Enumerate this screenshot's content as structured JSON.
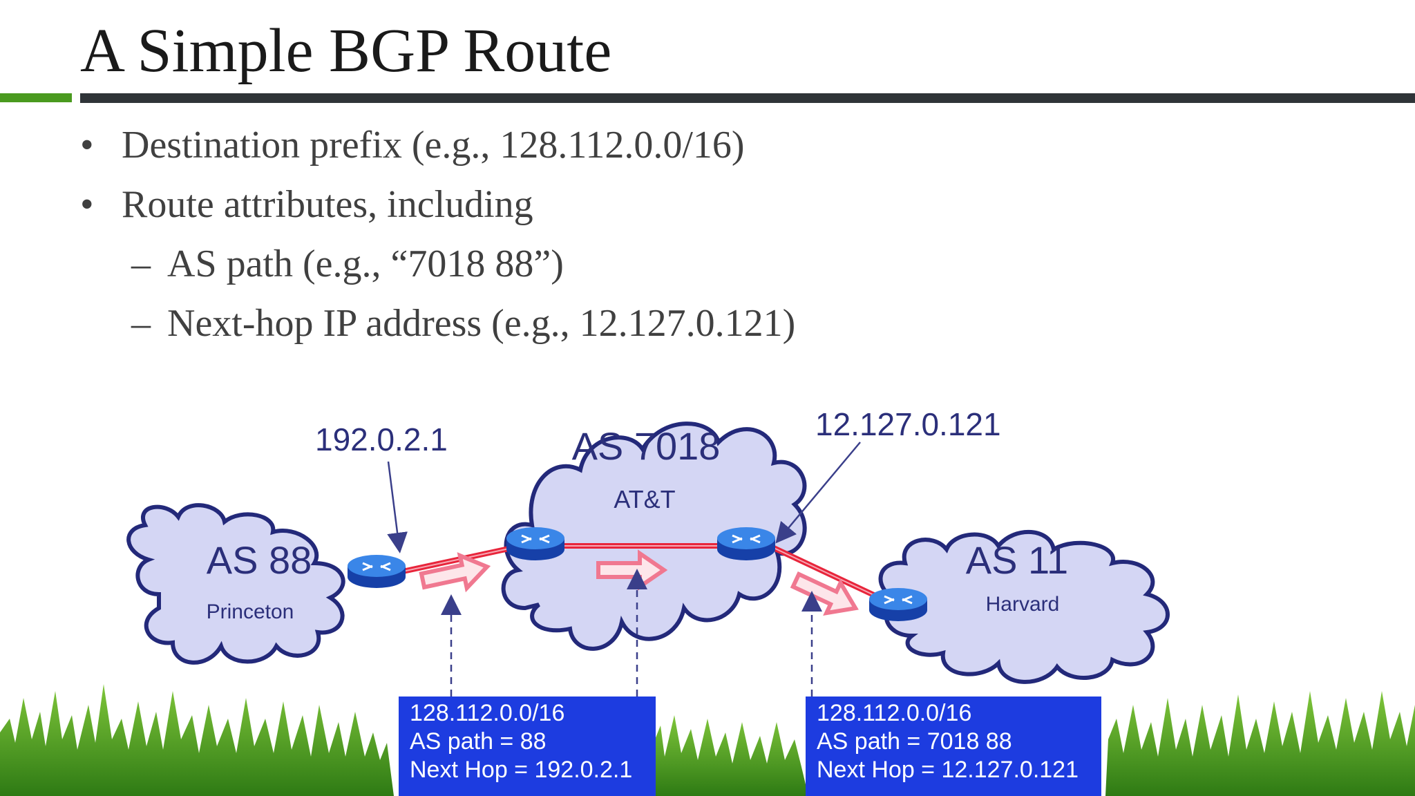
{
  "slide": {
    "title": "A Simple BGP Route",
    "bullets": [
      {
        "mark": "•",
        "text": "Destination prefix (e.g., 128.112.0.0/16)"
      },
      {
        "mark": "•",
        "text": "Route attributes, including"
      },
      {
        "mark": "–",
        "text": "AS path (e.g., “7018 88”)"
      },
      {
        "mark": "–",
        "text": "Next-hop IP address (e.g., 12.127.0.121)"
      }
    ]
  },
  "diagram": {
    "clouds": [
      {
        "name": "AS 88",
        "label": "Princeton"
      },
      {
        "name": "AS 7018",
        "label": "AT&T"
      },
      {
        "name": "AS 11",
        "label": "Harvard"
      }
    ],
    "ip_labels": [
      "192.0.2.1",
      "12.127.0.121"
    ],
    "routes": [
      {
        "prefix": "128.112.0.0/16",
        "as_path": "AS path = 88",
        "next_hop": "Next  Hop = 192.0.2.1"
      },
      {
        "prefix": "128.112.0.0/16",
        "as_path": "AS path = 7018 88",
        "next_hop": "Next  Hop = 12.127.0.121"
      }
    ]
  },
  "colors": {
    "cloud_fill": "#d4d6f4",
    "cloud_stroke": "#23297a",
    "link": "#e8253b",
    "arrow": "#f07890",
    "router": "#1e64d0",
    "box": "#1d3ce0",
    "accent_green": "#4a9a1f",
    "rule_dark": "#2f3438"
  }
}
